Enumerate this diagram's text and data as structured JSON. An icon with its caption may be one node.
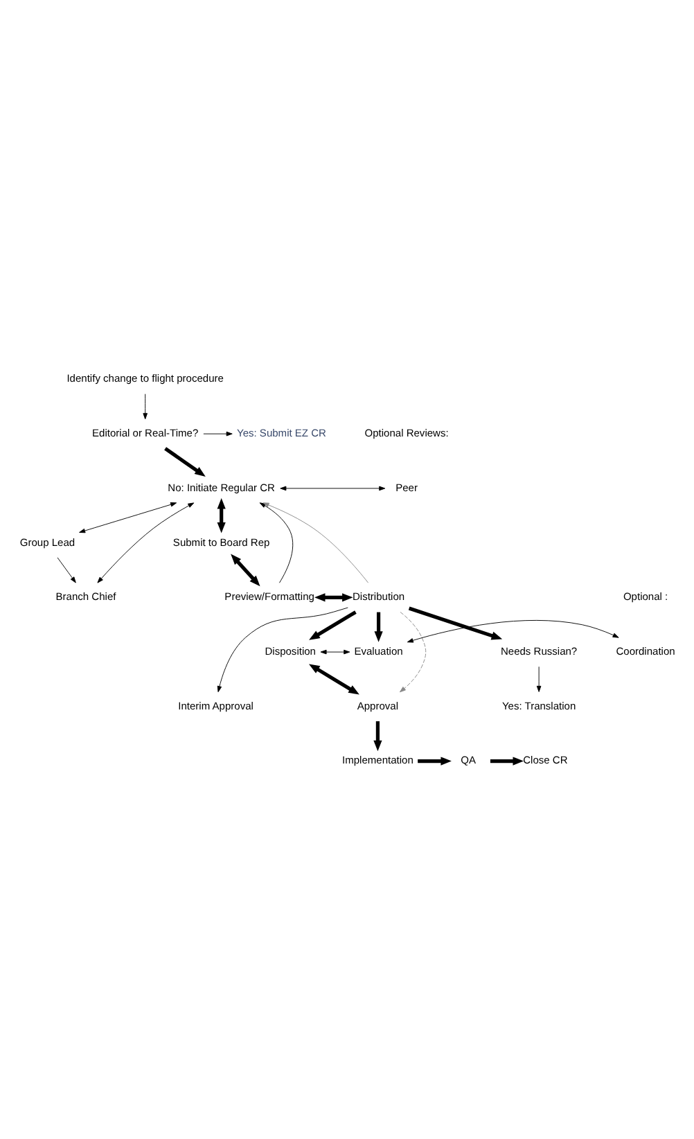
{
  "diagram": {
    "nodes": [
      {
        "text": [
          "Identify change to flight procedure"
        ]
      },
      {
        "text": [
          "Editorial or Real-Time?"
        ]
      },
      {
        "text": [
          "Yes: Submit EZ CR"
        ]
      },
      {
        "text": [
          "No: Initiate Regular CR"
        ]
      },
      {
        "text": [
          "Peer"
        ]
      },
      {
        "text": [
          "Group Lead"
        ]
      },
      {
        "text": [
          "Branch Chief"
        ]
      },
      {
        "text": [
          "Submit to Board Rep"
        ]
      },
      {
        "text": [
          "Preview/Formatting"
        ]
      },
      {
        "text": [
          "Distribution"
        ]
      },
      {
        "text": [
          "Needs Russian?"
        ]
      },
      {
        "text": [
          "Interim Approval"
        ]
      },
      {
        "text": [
          "Yes: Translation"
        ]
      },
      {
        "text": [
          "Disposition"
        ]
      },
      {
        "text": [
          "Evaluation"
        ]
      },
      {
        "text": [
          "Coordination"
        ]
      },
      {
        "text": [
          "Approval"
        ]
      },
      {
        "text": [
          "Implementation"
        ]
      },
      {
        "text": [
          "QA"
        ]
      },
      {
        "text": [
          "Close CR"
        ]
      }
    ],
    "edges": [
      {
        "from": 0,
        "to": 1,
        "arrow": "to"
      },
      {
        "from": 1,
        "to": 2,
        "arrow": "to"
      },
      {
        "from": 1,
        "to": 3,
        "arrow": "to",
        "style": "thick"
      },
      {
        "from": 3,
        "to": 4,
        "arrow": "both"
      },
      {
        "from": 5,
        "to": 3,
        "arrow": "both"
      },
      {
        "from": 5,
        "to": 6,
        "arrow": "to"
      },
      {
        "from": 6,
        "to": 3,
        "arrow": "both"
      },
      {
        "from": 3,
        "to": 7,
        "arrow": "both",
        "style": "thick"
      },
      {
        "from": 7,
        "to": 8,
        "arrow": "both",
        "style": "thick"
      },
      {
        "from": 8,
        "to": 3,
        "arrow": "to"
      },
      {
        "from": 9,
        "to": 3,
        "arrow": "to",
        "color": "#888888"
      },
      {
        "from": 8,
        "to": 9,
        "arrow": "both",
        "style": "thick"
      },
      {
        "from": 9,
        "to": 10,
        "arrow": "to",
        "style": "thick"
      },
      {
        "from": 9,
        "to": 11,
        "arrow": "to"
      },
      {
        "from": 9,
        "to": 13,
        "arrow": "to",
        "style": "thick"
      },
      {
        "from": 9,
        "to": 14,
        "arrow": "to",
        "style": "thick"
      },
      {
        "from": 10,
        "to": 12,
        "arrow": "to"
      },
      {
        "from": 13,
        "to": 14,
        "arrow": "both"
      },
      {
        "from": 14,
        "to": 15,
        "arrow": "both"
      },
      {
        "from": 13,
        "to": 16,
        "arrow": "both",
        "style": "thick"
      },
      {
        "from": 9,
        "to": 16,
        "arrow": "to",
        "style": "dashed",
        "color": "#888888"
      },
      {
        "from": 16,
        "to": 17,
        "arrow": "to",
        "style": "thick"
      },
      {
        "from": 17,
        "to": 18,
        "arrow": "to",
        "style": "thick"
      },
      {
        "from": 18,
        "to": 19,
        "arrow": "to",
        "style": "thick"
      }
    ],
    "labels": [
      "Optional Reviews:",
      "Optional :"
    ]
  }
}
